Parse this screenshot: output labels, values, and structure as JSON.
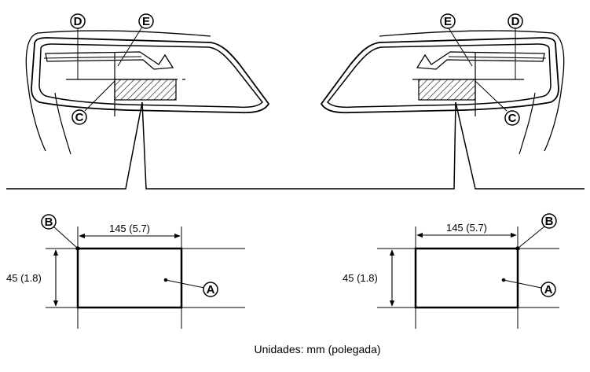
{
  "callouts": {
    "a": "A",
    "b": "B",
    "c": "C",
    "d": "D",
    "e": "E"
  },
  "dimensions": {
    "width": "145 (5.7)",
    "height": "45 (1.8)"
  },
  "footer": {
    "units": "Unidades: mm (polegada)"
  },
  "colors": {
    "line": "#000000",
    "background": "#ffffff"
  }
}
